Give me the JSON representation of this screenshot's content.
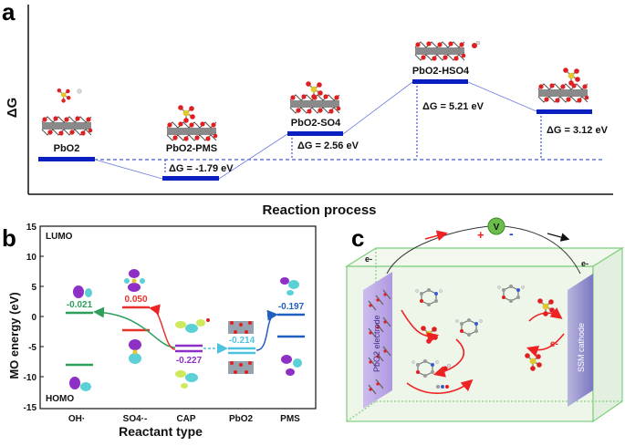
{
  "panel_a": {
    "letter": "a",
    "ylabel": "ΔG",
    "xlabel": "Reaction process",
    "states": [
      {
        "name": "PbO2"
      },
      {
        "name": "PbO2-PMS",
        "dg": "ΔG = -1.79 eV"
      },
      {
        "name": "PbO2-SO4",
        "dg": "ΔG = 2.56 eV"
      },
      {
        "name": "PbO2-HSO4",
        "dg": "ΔG = 5.21 eV"
      },
      {
        "name": "",
        "dg": "ΔG = 3.12 eV"
      }
    ]
  },
  "panel_b": {
    "letter": "b",
    "ylabel": "MO energy (eV)",
    "xlabel": "Reactant type",
    "lumo": "LUMO",
    "homo": "HOMO",
    "yticks": [
      "15",
      "10",
      "5",
      "0",
      "-5",
      "-10",
      "-15"
    ],
    "categories": [
      "OH·",
      "SO4·-",
      "CAP",
      "PbO2",
      "PMS"
    ],
    "values": [
      {
        "text": "-0.021",
        "color": "#2e9e5b"
      },
      {
        "text": "0.050",
        "color": "#e8312a"
      },
      {
        "text": "-0.227",
        "color": "#8b2fc9"
      },
      {
        "text": "-0.214",
        "color": "#4ec3e0"
      },
      {
        "text": "-0.197",
        "color": "#1f5fbf"
      }
    ]
  },
  "panel_c": {
    "letter": "c",
    "electrode_left": "PbO2 electrode",
    "electrode_right": "SSM cathode",
    "meter": "V",
    "plus": "+",
    "minus": "-",
    "e_left": "e-",
    "e_right": "e-",
    "e_mid": "e-"
  },
  "colors": {
    "bar": "#0a1fbf",
    "dash": "#1a2fc0"
  }
}
